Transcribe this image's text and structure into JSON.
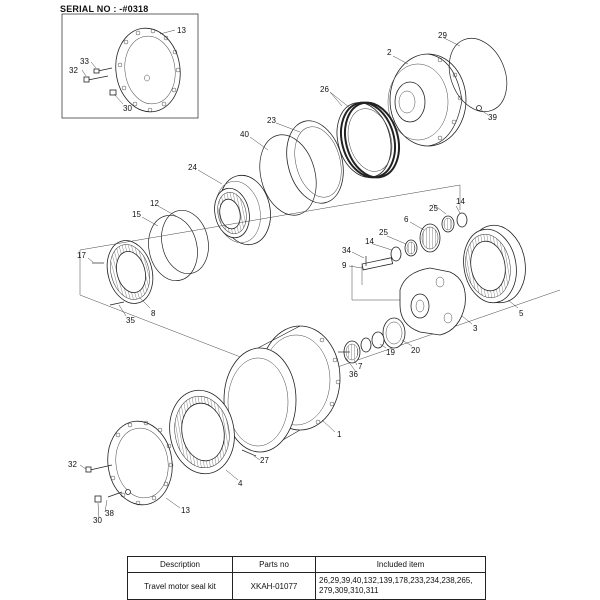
{
  "serial_note": "SERIAL NO : -#0318",
  "callouts": {
    "c13_top": "13",
    "c33": "33",
    "c32_top": "32",
    "c30_top": "30",
    "c2": "2",
    "c29": "29",
    "c39": "39",
    "c26": "26",
    "c23": "23",
    "c40": "40",
    "c24": "24",
    "c12": "12",
    "c15": "15",
    "c17": "17",
    "c8": "8",
    "c35": "35",
    "c14a": "14",
    "c25a": "25",
    "c6": "6",
    "c25b": "25",
    "c14b": "14",
    "c34": "34",
    "c9": "9",
    "c5": "5",
    "c3": "3",
    "c19": "19",
    "c20": "20",
    "c7": "7",
    "c36": "36",
    "c1": "1",
    "c27": "27",
    "c4": "4",
    "c32_bot": "32",
    "c13_bot": "13",
    "c38": "38",
    "c30_bot": "30"
  },
  "table": {
    "headers": [
      "Description",
      "Parts no",
      "Included item"
    ],
    "rows": [
      {
        "description": "Travel motor seal kit",
        "parts_no": "XKAH-01077",
        "included_line1": "26,29,39,40,132,139,178,233,234,238,265,",
        "included_line2": "279,309,310,311"
      }
    ]
  }
}
